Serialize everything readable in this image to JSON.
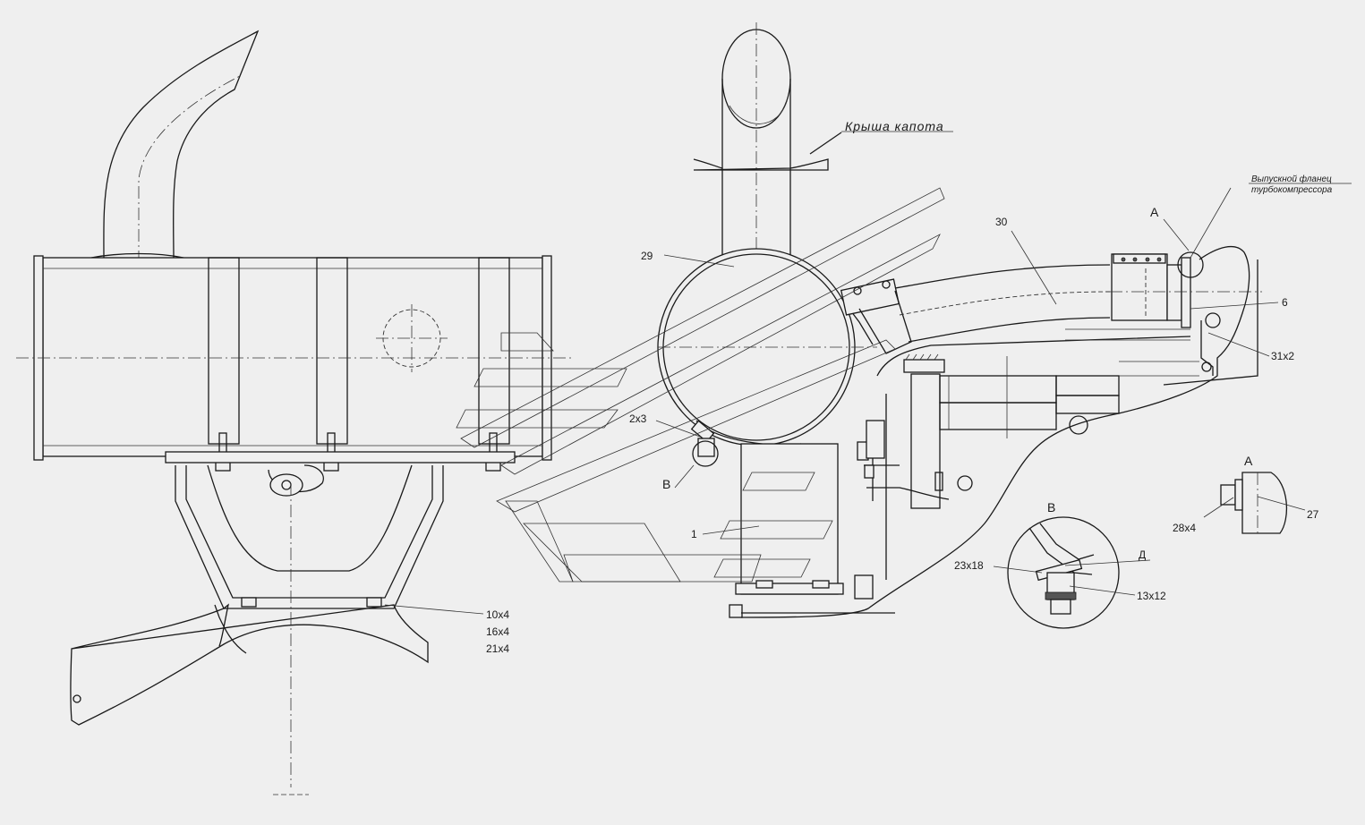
{
  "labels": {
    "hood_roof": "Крыша капота",
    "flange_line1": "Выпускной фланец",
    "flange_line2": "турбокомпрессора",
    "view_a_marker": "А",
    "view_a_title": "А",
    "view_b_marker": "В",
    "view_b_title": "В",
    "d_marker": "Д"
  },
  "callouts": {
    "p1": "1",
    "p2": "2х3",
    "p6": "6",
    "p29": "29",
    "p30": "30",
    "p31": "31х2",
    "p10": "10х4",
    "p16": "16х4",
    "p21": "21х4",
    "p23": "23х18",
    "p13": "13х12",
    "p27": "27",
    "p28": "28х4"
  }
}
